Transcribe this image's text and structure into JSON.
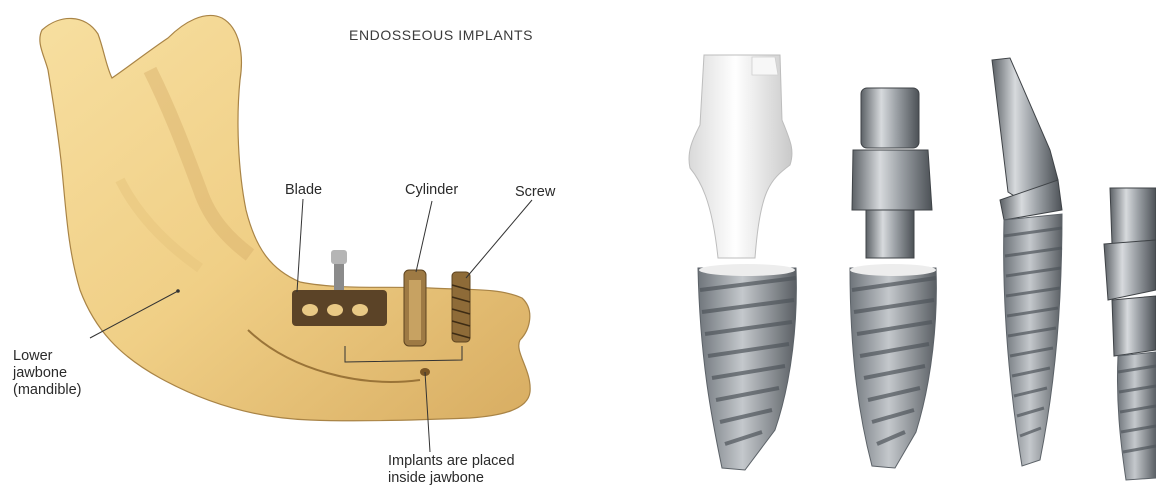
{
  "diagram": {
    "title": "ENDOSSEOUS IMPLANTS",
    "labels": {
      "blade": "Blade",
      "cylinder": "Cylinder",
      "screw": "Screw",
      "lower_jawbone_1": "Lower",
      "lower_jawbone_2": "jawbone",
      "lower_jawbone_3": "(mandible)",
      "placed_1": "Implants are placed",
      "placed_2": "inside jawbone"
    }
  },
  "colors": {
    "bone": "#f0d08a",
    "bone_shadow": "#c8a055",
    "ceramic": "#eeeeee",
    "titanium": "#9aa0a6",
    "leader": "#333333"
  }
}
